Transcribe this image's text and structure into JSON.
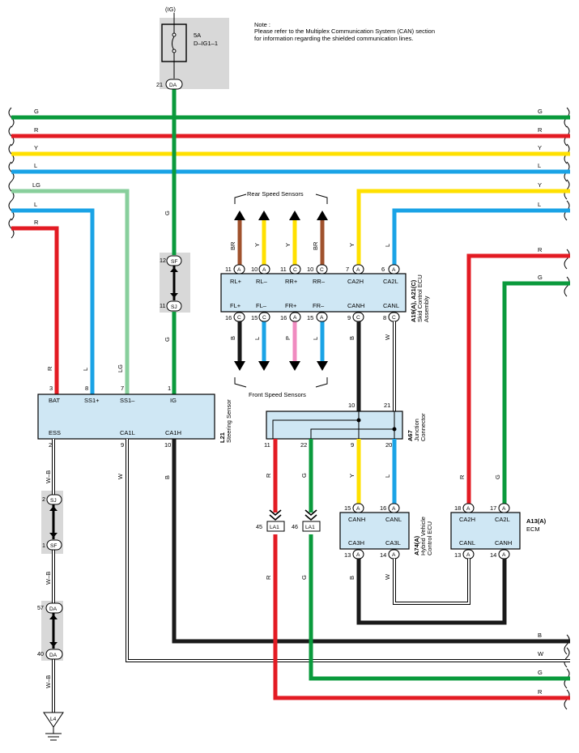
{
  "note": {
    "title": "Note :",
    "line1": "Please refer to the Multiplex Communication System (CAN) section",
    "line2": "for information regarding the shielded communication lines."
  },
  "power": {
    "ig_label": "(IG)",
    "fuse_rating": "5A",
    "fuse_name": "D–IG1–1"
  },
  "wire_colors": {
    "G": "#0a9a3c",
    "R": "#e31b23",
    "Y": "#ffe000",
    "L": "#1aa3e6",
    "LG": "#88cf9c",
    "B": "#1a1a1a",
    "BR": "#a0522d",
    "P": "#f08bc0",
    "W": "#ffffff",
    "W-B": "#ffffff",
    "box_fill": "#cfe7f4",
    "shade": "#d8d8d8"
  },
  "bus_lines_top": [
    "G",
    "R",
    "Y",
    "L"
  ],
  "bus_lines_left": [
    "LG",
    "L",
    "R"
  ],
  "bus_lines_right": [
    "Y",
    "L",
    "R",
    "G"
  ],
  "bus_lines_bottom": [
    "B",
    "W",
    "G",
    "R"
  ],
  "connectors": {
    "da_21": {
      "num": "21",
      "code": "DA"
    },
    "sf_12": {
      "num": "12",
      "code": "SF"
    },
    "sj_11": {
      "num": "11",
      "code": "SJ"
    },
    "sj_2": {
      "num": "2",
      "code": "SJ"
    },
    "sf_1": {
      "num": "1",
      "code": "SF"
    },
    "da_57": {
      "num": "57",
      "code": "DA"
    },
    "da_40": {
      "num": "40",
      "code": "DA"
    },
    "la1_45": {
      "num": "45",
      "code": "LA1"
    },
    "la1_46": {
      "num": "46",
      "code": "LA1"
    }
  },
  "ground": {
    "code": "L4"
  },
  "speed_sensors": {
    "rear_label": "Rear Speed Sensors",
    "front_label": "Front Speed Sensors"
  },
  "skid_ecu": {
    "code": "A19(A), A21(C)",
    "name1": "Skid Control ECU",
    "name2": "Assembly",
    "top_pins": [
      {
        "num": "11",
        "conn": "A",
        "name": "RL+",
        "wire": "BR"
      },
      {
        "num": "10",
        "conn": "A",
        "name": "RL–",
        "wire": "Y"
      },
      {
        "num": "11",
        "conn": "C",
        "name": "RR+",
        "wire": "Y"
      },
      {
        "num": "10",
        "conn": "C",
        "name": "RR–",
        "wire": "BR"
      },
      {
        "num": "7",
        "conn": "A",
        "name": "CA2H",
        "wire": "Y"
      },
      {
        "num": "6",
        "conn": "A",
        "name": "CA2L",
        "wire": "L"
      }
    ],
    "bottom_pins": [
      {
        "num": "16",
        "conn": "C",
        "name": "FL+",
        "wire": "B"
      },
      {
        "num": "15",
        "conn": "C",
        "name": "FL–",
        "wire": "L"
      },
      {
        "num": "16",
        "conn": "A",
        "name": "FR+",
        "wire": "P"
      },
      {
        "num": "15",
        "conn": "A",
        "name": "FR–",
        "wire": "L"
      },
      {
        "num": "9",
        "conn": "C",
        "name": "CANH",
        "wire": "B"
      },
      {
        "num": "8",
        "conn": "C",
        "name": "CANL",
        "wire": "W"
      }
    ]
  },
  "steering_sensor": {
    "code": "L21",
    "name": "Steering Sensor",
    "top_pins": [
      {
        "num": "3",
        "name": "BAT",
        "wire": "R"
      },
      {
        "num": "8",
        "name": "SS1+",
        "wire": "L"
      },
      {
        "num": "7",
        "name": "SS1–",
        "wire": "LG"
      },
      {
        "num": "1",
        "name": "IG",
        "wire": "G"
      }
    ],
    "bottom_pins": [
      {
        "num": "2",
        "name": "ESS",
        "wire": "W–B"
      },
      {
        "num": "9",
        "name": "CA1L",
        "wire": "W"
      },
      {
        "num": "10",
        "name": "CA1H",
        "wire": "B"
      }
    ]
  },
  "junction": {
    "code": "A67",
    "name1": "Junction",
    "name2": "Connector",
    "pins": {
      "p10": "10",
      "p21": "21",
      "p11": "11",
      "p22": "22",
      "p9": "9",
      "p20": "20"
    }
  },
  "hv_ecu": {
    "code": "A74(A)",
    "name1": "Hybrid Vehicle",
    "name2": "Control ECU",
    "top_pins": [
      {
        "num": "15",
        "conn": "A",
        "name": "CANH",
        "wire": "Y"
      },
      {
        "num": "16",
        "conn": "A",
        "name": "CANL",
        "wire": "L"
      }
    ],
    "bottom_pins": [
      {
        "num": "13",
        "conn": "A",
        "name": "CA3H",
        "wire": "B"
      },
      {
        "num": "14",
        "conn": "A",
        "name": "CA3L",
        "wire": "W"
      }
    ]
  },
  "ecm": {
    "code": "A13(A)",
    "name": "ECM",
    "top_pins": [
      {
        "num": "18",
        "conn": "A",
        "name": "CA2H",
        "wire": "R"
      },
      {
        "num": "17",
        "conn": "A",
        "name": "CA2L",
        "wire": "G"
      }
    ],
    "bottom_pins": [
      {
        "num": "13",
        "conn": "A",
        "name": "CANL",
        "wire": "W"
      },
      {
        "num": "14",
        "conn": "A",
        "name": "CANH",
        "wire": "B"
      }
    ]
  },
  "misc_wire_labels": {
    "G": "G",
    "R": "R",
    "Y": "Y",
    "L": "L",
    "LG": "LG",
    "B": "B",
    "W": "W",
    "WB": "W–B",
    "BR": "BR",
    "P": "P"
  }
}
